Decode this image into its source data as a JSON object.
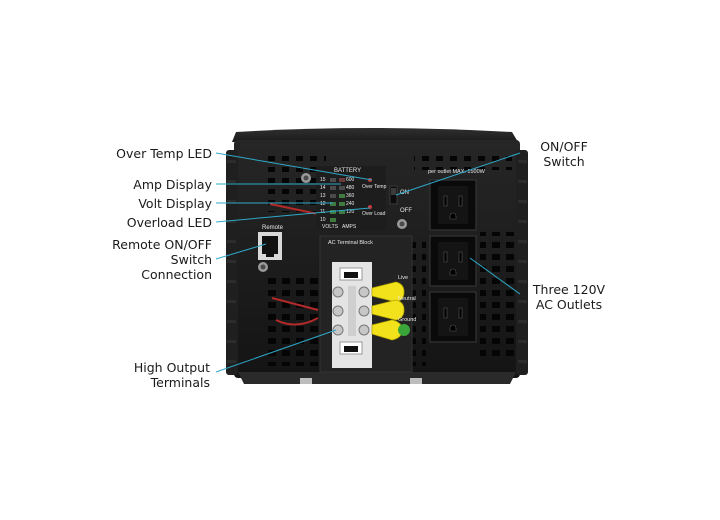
{
  "callouts": {
    "over_temp_led": "Over Temp LED",
    "amp_display": "Amp Display",
    "volt_display": "Volt Display",
    "overload_led": "Overload LED",
    "remote_line1": "Remote ON/OFF",
    "remote_line2": "Switch",
    "remote_line3": "Connection",
    "high_output_line1": "High Output",
    "high_output_line2": "Terminals",
    "onoff_line1": "ON/OFF",
    "onoff_line2": "Switch",
    "outlets_line1": "Three 120V",
    "outlets_line2": "AC Outlets"
  },
  "panel": {
    "battery": "BATTERY",
    "volts_scale": [
      "15",
      "14",
      "13",
      "12",
      "11",
      "10"
    ],
    "amps_scale": [
      "600",
      "480",
      "360",
      "240",
      "120"
    ],
    "volts": "VOLTS",
    "amps": "AMPS",
    "over_temp": "Over Temp",
    "over_load": "Over Load",
    "on": "ON",
    "off": "OFF",
    "outlet_max": "per outlet MAX. 1500W",
    "remote": "Remote",
    "ac_terminal_block": "AC Terminal Block",
    "live": "Live",
    "neutral": "Neutral",
    "ground": "Ground"
  },
  "colors": {
    "callout_line": "#2ea8c9",
    "housing": "#1b1b1b",
    "yellow_connector": "#f2e21b",
    "green_connector": "#3aa63a"
  }
}
